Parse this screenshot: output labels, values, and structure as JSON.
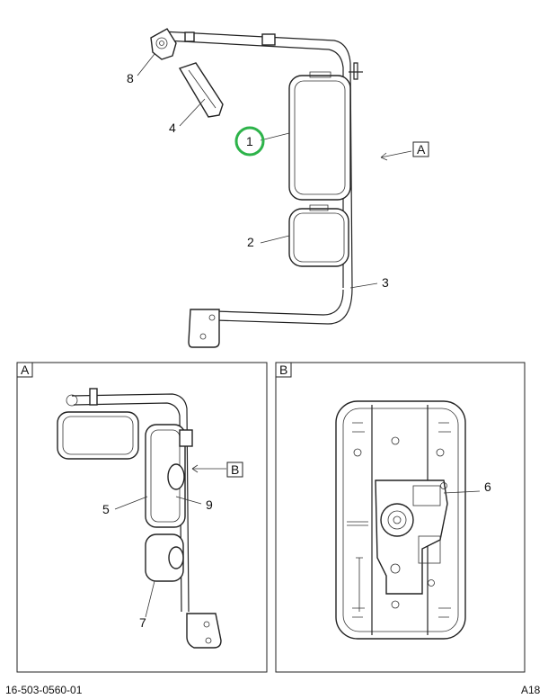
{
  "callouts": {
    "c1": "1",
    "c2": "2",
    "c3": "3",
    "c4": "4",
    "c8": "8",
    "c5": "5",
    "c9": "9",
    "c7": "7",
    "c6": "6"
  },
  "views": {
    "ref_a": "A",
    "ref_b": "B",
    "panel_a_title": "A",
    "panel_b_title": "B"
  },
  "footer": {
    "doc_number": "16-503-0560-01",
    "page": "A18"
  },
  "colors": {
    "highlight": "#2db34a",
    "line": "#222222"
  }
}
